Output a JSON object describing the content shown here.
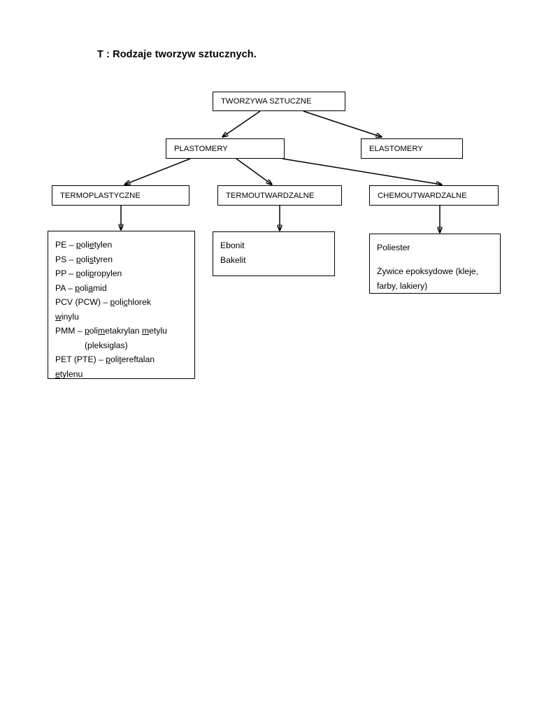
{
  "page": {
    "title": "T : Rodzaje tworzyw sztucznych.",
    "language": "pl",
    "ink_color": "#000000",
    "background_color": "#ffffff"
  },
  "diagram": {
    "type": "hierarchy-tree",
    "root": {
      "id": "tworzywa-sztuczne",
      "label": "TWORZYWA SZTUCZNE"
    },
    "level2": [
      {
        "id": "plastomery",
        "label": "PLASTOMERY"
      },
      {
        "id": "elastomery",
        "label": "ELASTOMERY"
      }
    ],
    "level3": [
      {
        "id": "termoplastyczne",
        "label": "TERMOPLASTYCZNE"
      },
      {
        "id": "termoutwardzalne",
        "label": "TERMOUTWARDZALNE"
      },
      {
        "id": "chemoutwardzalne",
        "label": "CHEMOUTWARDZALNE"
      }
    ],
    "details": {
      "termoplastyczne": {
        "id": "lista-termoplasty",
        "lines": [
          {
            "parts": [
              {
                "t": "PE – "
              },
              {
                "t": "p",
                "u": true
              },
              {
                "t": "oli"
              },
              {
                "t": "e",
                "u": true
              },
              {
                "t": "tylen"
              }
            ]
          },
          {
            "parts": [
              {
                "t": "PS – "
              },
              {
                "t": "p",
                "u": true
              },
              {
                "t": "oli"
              },
              {
                "t": "s",
                "u": true
              },
              {
                "t": "tyren"
              }
            ]
          },
          {
            "parts": [
              {
                "t": "PP – "
              },
              {
                "t": "p",
                "u": true
              },
              {
                "t": "oli"
              },
              {
                "t": "p",
                "u": true
              },
              {
                "t": "ropylen"
              }
            ]
          },
          {
            "parts": [
              {
                "t": "PA – "
              },
              {
                "t": "p",
                "u": true
              },
              {
                "t": "oli"
              },
              {
                "t": "a",
                "u": true
              },
              {
                "t": "mid"
              }
            ]
          },
          {
            "parts": [
              {
                "t": "PCV (PCW) – "
              },
              {
                "t": "p",
                "u": true
              },
              {
                "t": "oli"
              },
              {
                "t": "c",
                "u": true
              },
              {
                "t": "hlorek"
              }
            ]
          },
          {
            "parts": [
              {
                "t": "w",
                "u": true
              },
              {
                "t": "inylu"
              }
            ]
          },
          {
            "parts": [
              {
                "t": "PMM – "
              },
              {
                "t": "p",
                "u": true
              },
              {
                "t": "oli"
              },
              {
                "t": "m",
                "u": true
              },
              {
                "t": "etakrylan "
              },
              {
                "t": "m",
                "u": true
              },
              {
                "t": "etylu"
              }
            ]
          },
          {
            "indent": true,
            "parts": [
              {
                "t": "(pleksiglas)"
              }
            ]
          },
          {
            "parts": [
              {
                "t": "PET (PTE) – "
              },
              {
                "t": "p",
                "u": true
              },
              {
                "t": "oli"
              },
              {
                "t": "t",
                "u": true
              },
              {
                "t": "ereftalan"
              }
            ]
          },
          {
            "parts": [
              {
                "t": "e",
                "u": true
              },
              {
                "t": "tylenu"
              }
            ]
          }
        ]
      },
      "termoutwardzalne": {
        "id": "lista-termoutwardzalne",
        "lines": [
          {
            "parts": [
              {
                "t": "Ebonit"
              }
            ]
          },
          {
            "parts": [
              {
                "t": "Bakelit"
              }
            ]
          }
        ]
      },
      "chemoutwardzalne": {
        "id": "lista-chemoutwardzalne",
        "lines": [
          {
            "parts": [
              {
                "t": "Poliester"
              }
            ]
          },
          {
            "gap": true,
            "parts": []
          },
          {
            "parts": [
              {
                "t": "Żywice epoksydowe (kleje,"
              }
            ]
          },
          {
            "parts": [
              {
                "t": "farby, lakiery)"
              }
            ]
          }
        ]
      }
    },
    "edges": [
      {
        "from": "tworzywa-sztuczne",
        "to": "plastomery",
        "style": "arrow"
      },
      {
        "from": "tworzywa-sztuczne",
        "to": "elastomery",
        "style": "arrow"
      },
      {
        "from": "plastomery",
        "to": "termoplastyczne",
        "style": "arrow"
      },
      {
        "from": "plastomery",
        "to": "termoutwardzalne",
        "style": "arrow"
      },
      {
        "from": "plastomery",
        "to": "chemoutwardzalne",
        "style": "arrow"
      },
      {
        "from": "termoplastyczne",
        "to": "lista-termoplasty",
        "style": "arrow"
      },
      {
        "from": "termoutwardzalne",
        "to": "lista-termoutwardzalne",
        "style": "arrow"
      },
      {
        "from": "chemoutwardzalne",
        "to": "lista-chemoutwardzalne",
        "style": "arrow"
      }
    ]
  }
}
